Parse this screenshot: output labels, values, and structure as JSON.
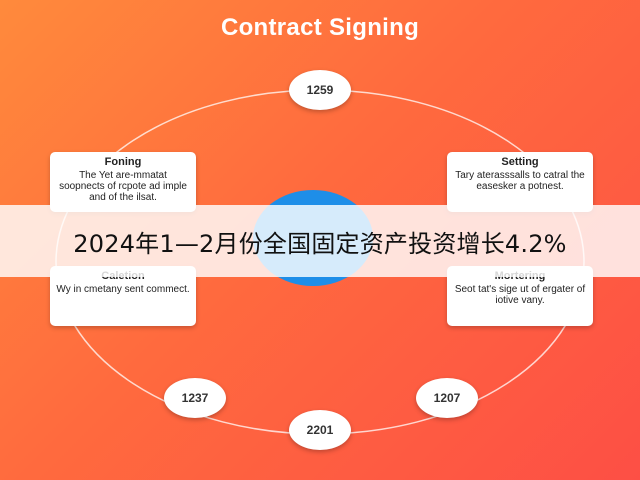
{
  "title": "Contract Signing",
  "nodes": {
    "top": "1259",
    "bottom_left": "1237",
    "bottom": "2201",
    "bottom_right": "1207"
  },
  "cards": {
    "top_left": {
      "title": "Foning",
      "desc": "The Yet are-mmatat soopnects of rcpote ad imple and of the ilsat."
    },
    "top_right": {
      "title": "Setting",
      "desc": "Tary aterasssalls to catral the easesker a potnest."
    },
    "bottom_left": {
      "title": "Caletion",
      "desc": "Wy in cmetany sent commect."
    },
    "bottom_right": {
      "title": "Mortering",
      "desc": "Seot tat's sige ut of ergater of iotive vany."
    }
  },
  "banner": "2024年1—2月份全国固定资产投资增长4.2%",
  "colors": {
    "bg_start": "#ff8a3c",
    "bg_end": "#fd4f45",
    "center": "#1e8ee8",
    "ring": "#ffffff"
  }
}
